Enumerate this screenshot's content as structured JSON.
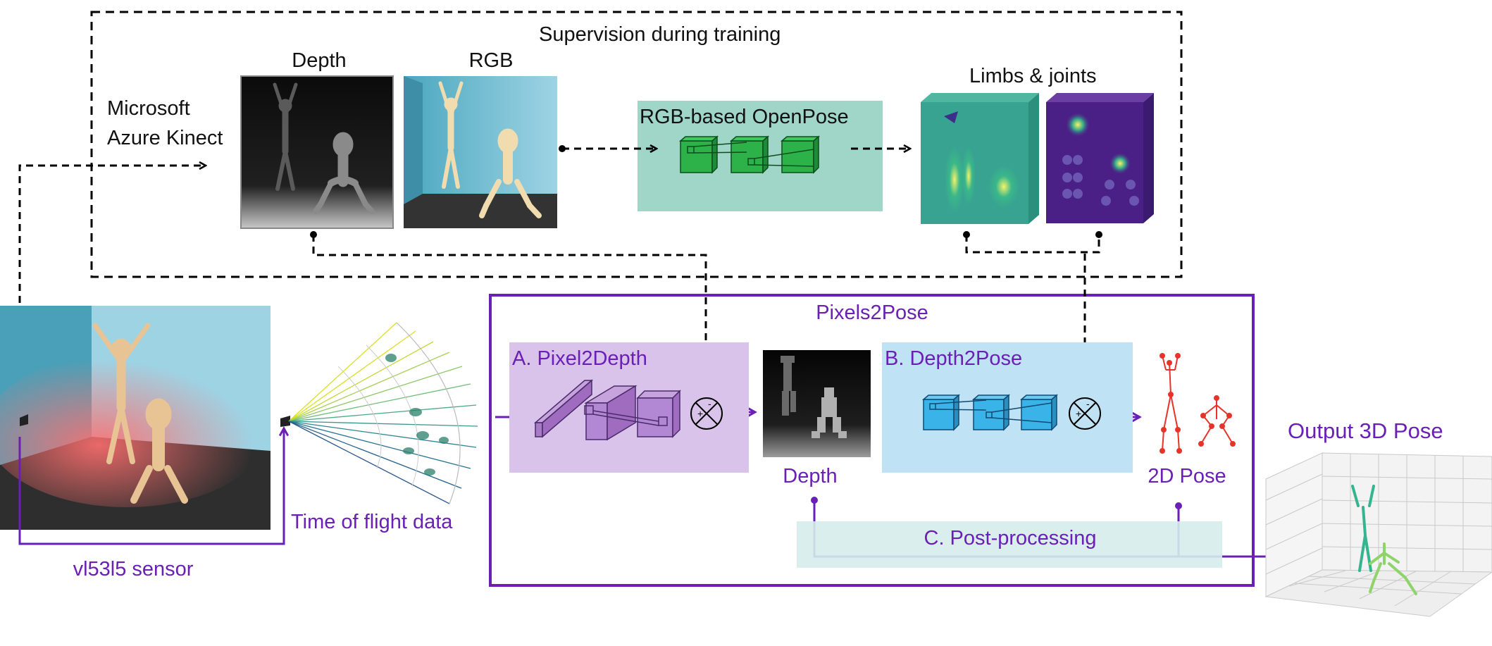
{
  "diagram": {
    "supervision_title": "Supervision during training",
    "kinect_label": [
      "Microsoft",
      "Azure Kinect"
    ],
    "depth_top": "Depth",
    "rgb_top": "RGB",
    "openpose_label": "RGB-based OpenPose",
    "limbs_label": "Limbs & joints",
    "pixels2pose_title": "Pixels2Pose",
    "pixel2depth_label": "A. Pixel2Depth",
    "depth2pose_label": "B. Depth2Pose",
    "depth_bottom": "Depth",
    "pose2d_label": "2D Pose",
    "output_label": "Output 3D Pose",
    "tof_label": "Time of flight data",
    "sensor_label": "vl53l5 sensor",
    "postproc_label": "C. Post-processing",
    "colors": {
      "purple_accent": "#6a1fb5",
      "pixel2depth_bg": "#d9c3ea",
      "depth2pose_bg": "#bfe3f4",
      "openpose_bg": "#9fd6c8",
      "postproc_bg": "#d6eceb",
      "green_block": "#2db24a",
      "blue_block": "#3ab3e8",
      "pose_red": "#e8332a"
    }
  }
}
